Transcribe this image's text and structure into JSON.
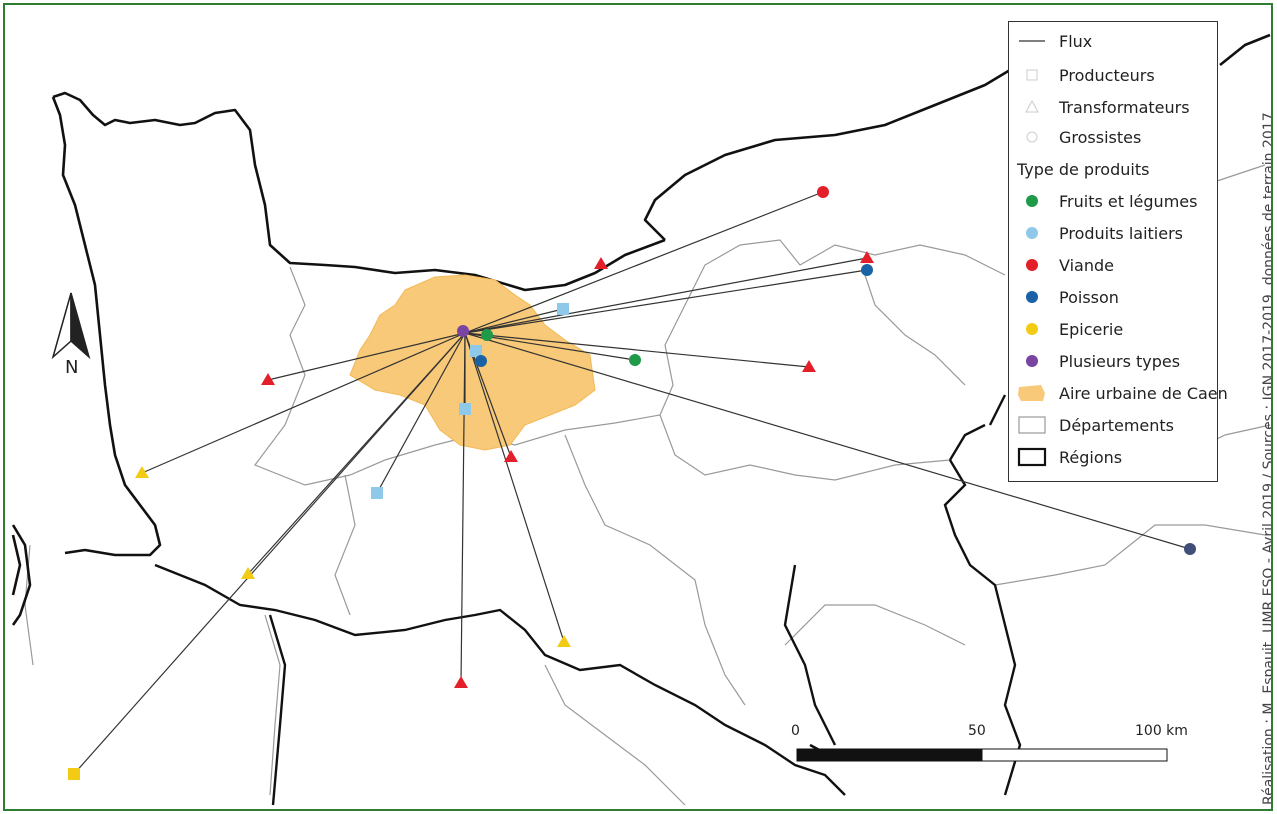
{
  "legend": {
    "flux": "Flux",
    "producteurs": "Producteurs",
    "transformateurs": "Transformateurs",
    "grossistes": "Grossistes",
    "type_heading": "Type de produits",
    "fruits": "Fruits et légumes",
    "laitiers": "Produits laitiers",
    "viande": "Viande",
    "poisson": "Poisson",
    "epicerie": "Epicerie",
    "plusieurs": "Plusieurs types",
    "aire": "Aire urbaine de Caen",
    "departements": "Départements",
    "regions": "Régions"
  },
  "colors": {
    "fruits": "#1e9a48",
    "laitiers": "#8ec9ea",
    "viande": "#e3202a",
    "poisson": "#1a62a6",
    "epicerie": "#f2cc14",
    "plusieurs": "#7a44a3",
    "aire": "#f8c979",
    "frame": "#2e7d32"
  },
  "north": "N",
  "scale": {
    "zero": "0",
    "mid": "50",
    "end": "100 km"
  },
  "credit": "Réalisation : M. Espauit, UMR ESO - Avril 2019 / Sources : IGN 2017-2019, données de terrain 2017"
}
